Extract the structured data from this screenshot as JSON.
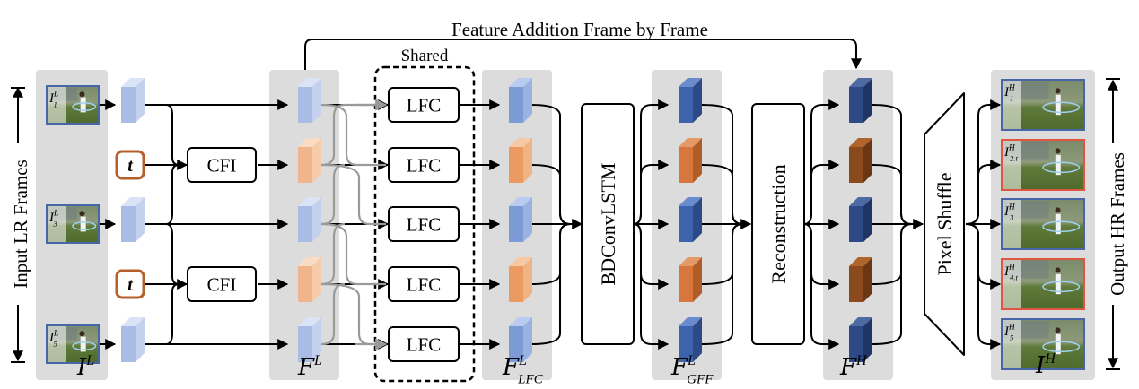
{
  "title": "Feature Addition Frame by Frame",
  "shared_label": "Shared",
  "left_vertical_label": "Input LR Frames",
  "right_vertical_label": "Output HR Frames",
  "modules": {
    "cfi": "CFI",
    "lfc": "LFC",
    "bdconvlstm": "BDConvLSTM",
    "reconstruction": "Reconstruction",
    "pixel_shuffle": "Pixel Shuffle"
  },
  "time_token": "t",
  "input_frame_labels": [
    {
      "base": "I",
      "sup": "L",
      "sub": "1"
    },
    {
      "base": "I",
      "sup": "L",
      "sub": "3"
    },
    {
      "base": "I",
      "sup": "L",
      "sub": "5"
    }
  ],
  "output_frame_labels": [
    {
      "base": "I",
      "sup": "H",
      "sub": "1"
    },
    {
      "base": "I",
      "sup": "H",
      "sub": "2.t"
    },
    {
      "base": "I",
      "sup": "H",
      "sub": "3"
    },
    {
      "base": "I",
      "sup": "H",
      "sub": "4.t"
    },
    {
      "base": "I",
      "sup": "H",
      "sub": "5"
    }
  ],
  "group_labels": {
    "input": {
      "base": "I",
      "sup": "L",
      "sub": ""
    },
    "feat": {
      "base": "F",
      "sup": "L",
      "sub": ""
    },
    "lfc": {
      "base": "F",
      "sup": "L",
      "sub": "LFC"
    },
    "gff": {
      "base": "F",
      "sup": "L",
      "sub": "GFF"
    },
    "hr_feat": {
      "base": "F",
      "sup": "H",
      "sub": ""
    },
    "output": {
      "base": "I",
      "sup": "H",
      "sub": ""
    }
  },
  "colors": {
    "panel_bg": "#dcdcdc",
    "light_blue": "#a9bce4",
    "mid_blue": "#7b9ad6",
    "dark_blue": "#2e4a86",
    "orange_light": "#f1b58e",
    "orange_mid": "#d8773d",
    "orange_dark": "#8a4a1e",
    "t_border": "#b5602b",
    "frame_red": "#e0553f",
    "frame_blue": "#4666a8"
  }
}
